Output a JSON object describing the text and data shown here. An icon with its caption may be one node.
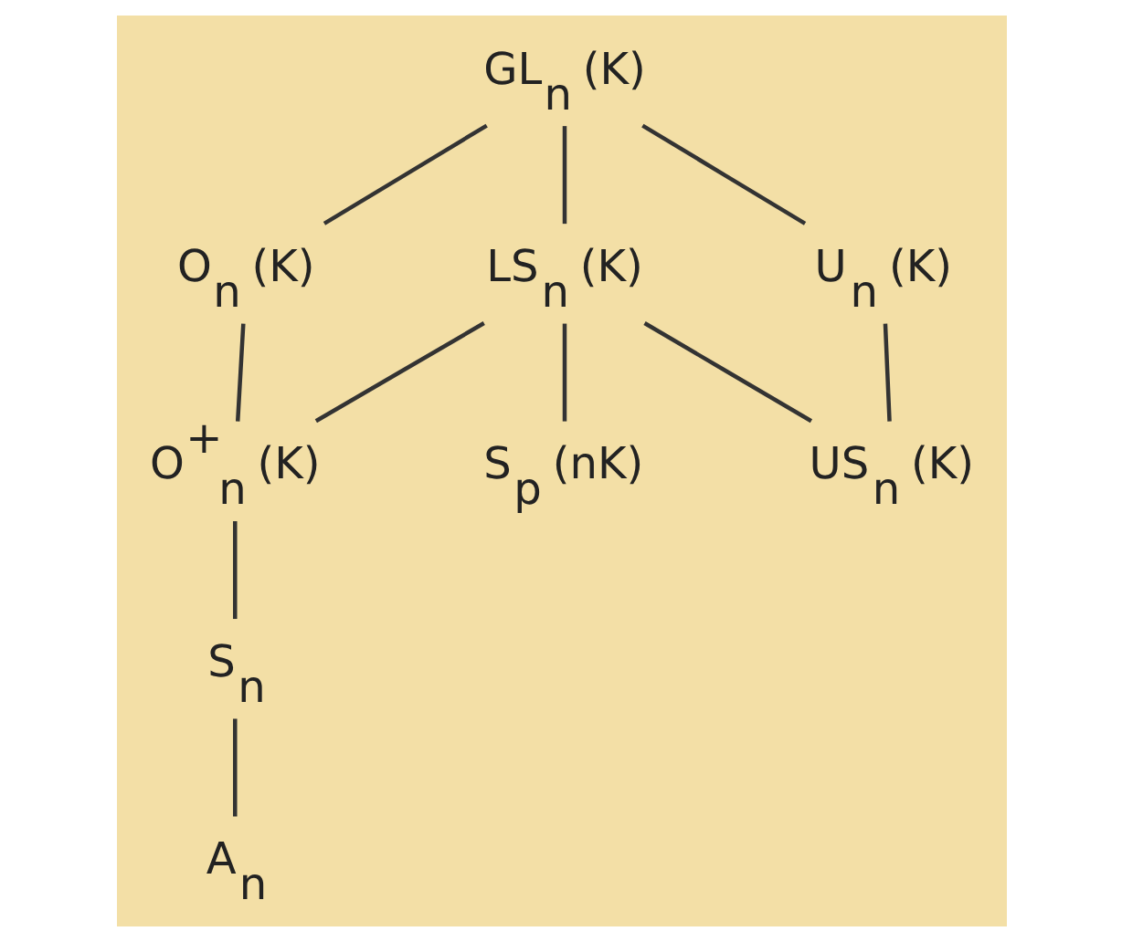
{
  "diagram": {
    "nodes": [
      {
        "text": [
          "GL$_{n}$ (K)"
        ]
      },
      {
        "text": [
          "O$_{n}$ (K)"
        ]
      },
      {
        "text": [
          "LS$_{n}$ (K)"
        ]
      },
      {
        "text": [
          "U$_{n}$ (K)"
        ]
      },
      {
        "text": [
          "O$^{+}$$_{n}$ (K)"
        ]
      },
      {
        "text": [
          "S$_{p}$ (nK)"
        ]
      },
      {
        "text": [
          "US$_{n}$ (K)"
        ]
      },
      {
        "text": [
          "S$_{n}$"
        ]
      },
      {
        "text": [
          "A$_{n}$"
        ]
      }
    ],
    "edges": [
      {
        "from": 0,
        "to": 1,
        "arrow": "none"
      },
      {
        "from": 0,
        "to": 2,
        "arrow": "none"
      },
      {
        "from": 0,
        "to": 3,
        "arrow": "none"
      },
      {
        "from": 1,
        "to": 4,
        "arrow": "none"
      },
      {
        "from": 2,
        "to": 4,
        "arrow": "none"
      },
      {
        "from": 2,
        "to": 5,
        "arrow": "none"
      },
      {
        "from": 2,
        "to": 6,
        "arrow": "none"
      },
      {
        "from": 3,
        "to": 6,
        "arrow": "none"
      },
      {
        "from": 4,
        "to": 7,
        "arrow": "none"
      },
      {
        "from": 7,
        "to": 8,
        "arrow": "none"
      }
    ]
  }
}
